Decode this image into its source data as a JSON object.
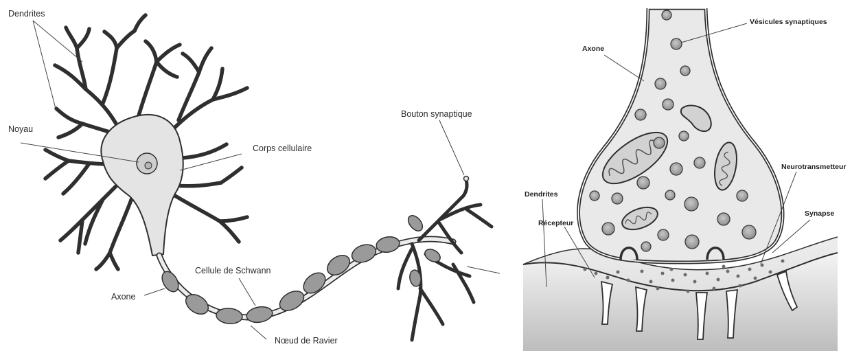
{
  "neuron_labels": {
    "dendrites": "Dendrites",
    "noyau": "Noyau",
    "corps_cellulaire": "Corps cellulaire",
    "bouton_synaptique": "Bouton synaptique",
    "cellule_de_schwann": "Cellule de Schwann",
    "axone": "Axone",
    "noeud_de_ravier": "Nœud de Ravier"
  },
  "synapse_labels": {
    "vesicules_synaptiques": "Vésicules synaptiques",
    "axone": "Axone",
    "neurotransmetteur": "Neurotransmetteur",
    "dendrites": "Dendrites",
    "recepteur": "Récepteur",
    "synapse": "Synapse"
  },
  "colors": {
    "cell_fill": "#e4e4e4",
    "outline": "#2f2f2f",
    "sheath_fill": "#9a9a9a",
    "postsynaptic_gradient_top": "#f3f3f3",
    "postsynaptic_gradient_bottom": "#b8b8b8"
  }
}
